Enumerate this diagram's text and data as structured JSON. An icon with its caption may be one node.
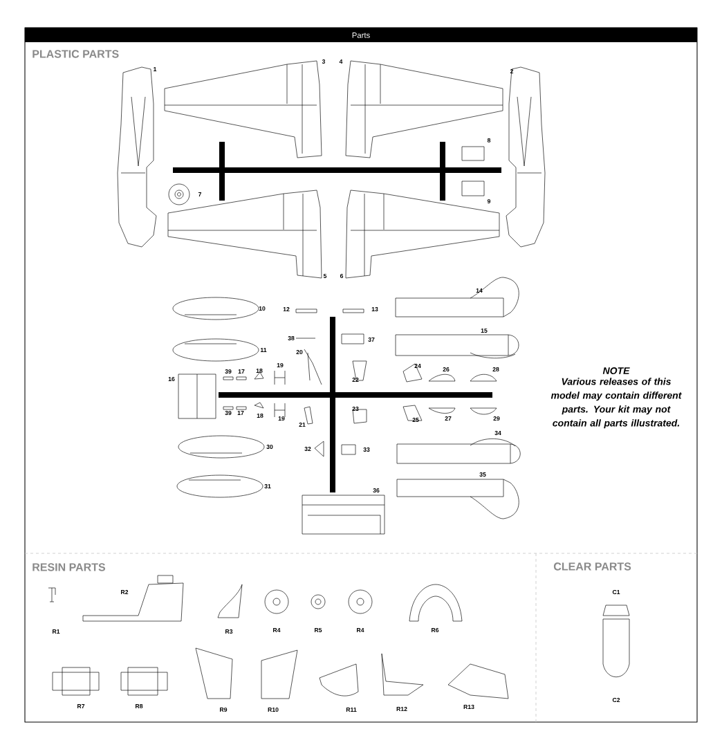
{
  "diagram": {
    "title": "Parts",
    "labels": [
      "PLASTIC PARTS",
      "1",
      "3",
      "4",
      "2",
      "8",
      "7",
      "9",
      "5",
      "6",
      "14",
      "10",
      "12",
      "13",
      "15",
      "38",
      "37",
      "11",
      "20",
      "19",
      "24",
      "26",
      "28",
      "NOTE",
      "39",
      "17",
      "18",
      "16",
      "22",
      "Various releases of this model may contain different parts. Your kit may not contain all parts illustrated.",
      "39",
      "17",
      "18",
      "19",
      "21",
      "23",
      "25",
      "27",
      "29",
      "34",
      "30",
      "32",
      "33",
      "35",
      "31",
      "36",
      "RESIN PARTS",
      "CLEAR PARTS",
      "R2",
      "C1",
      "R1",
      "R3",
      "R4",
      "R5",
      "R4",
      "R6",
      "R7",
      "R8",
      "R9",
      "R10",
      "R11",
      "R12",
      "R13",
      "C2"
    ]
  }
}
